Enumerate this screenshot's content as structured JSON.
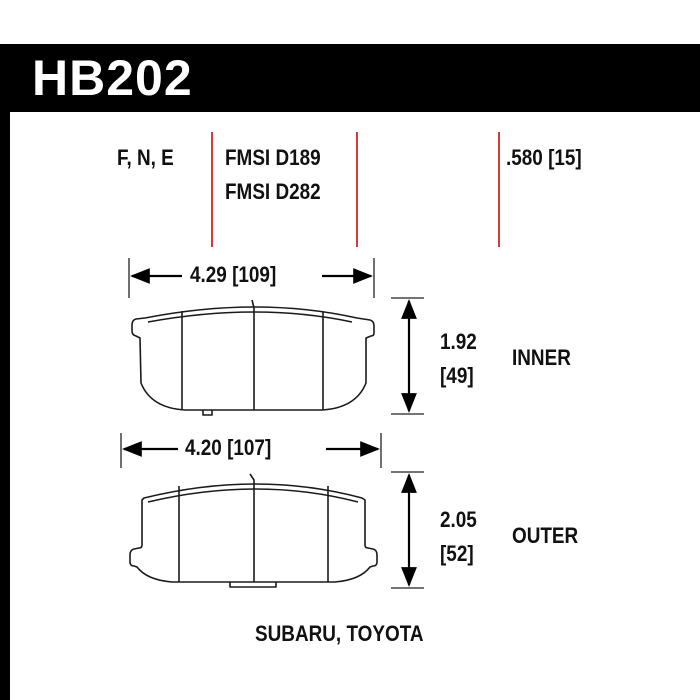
{
  "header": {
    "part_number": "HB202"
  },
  "specs": {
    "compounds": "F, N, E",
    "fmsi": [
      "FMSI D189",
      "FMSI D282"
    ],
    "thickness": ".580 [15]"
  },
  "inner_pad": {
    "width_label": "4.29 [109]",
    "height_in": "1.92",
    "height_mm": "[49]",
    "label": "INNER"
  },
  "outer_pad": {
    "width_label": "4.20 [107]",
    "height_in": "2.05",
    "height_mm": "[52]",
    "label": "OUTER"
  },
  "vehicles": "SUBARU, TOYOTA",
  "colors": {
    "header_bg": "#000000",
    "divider_red": "#d83a3a",
    "outline": "#1a1a1a"
  }
}
